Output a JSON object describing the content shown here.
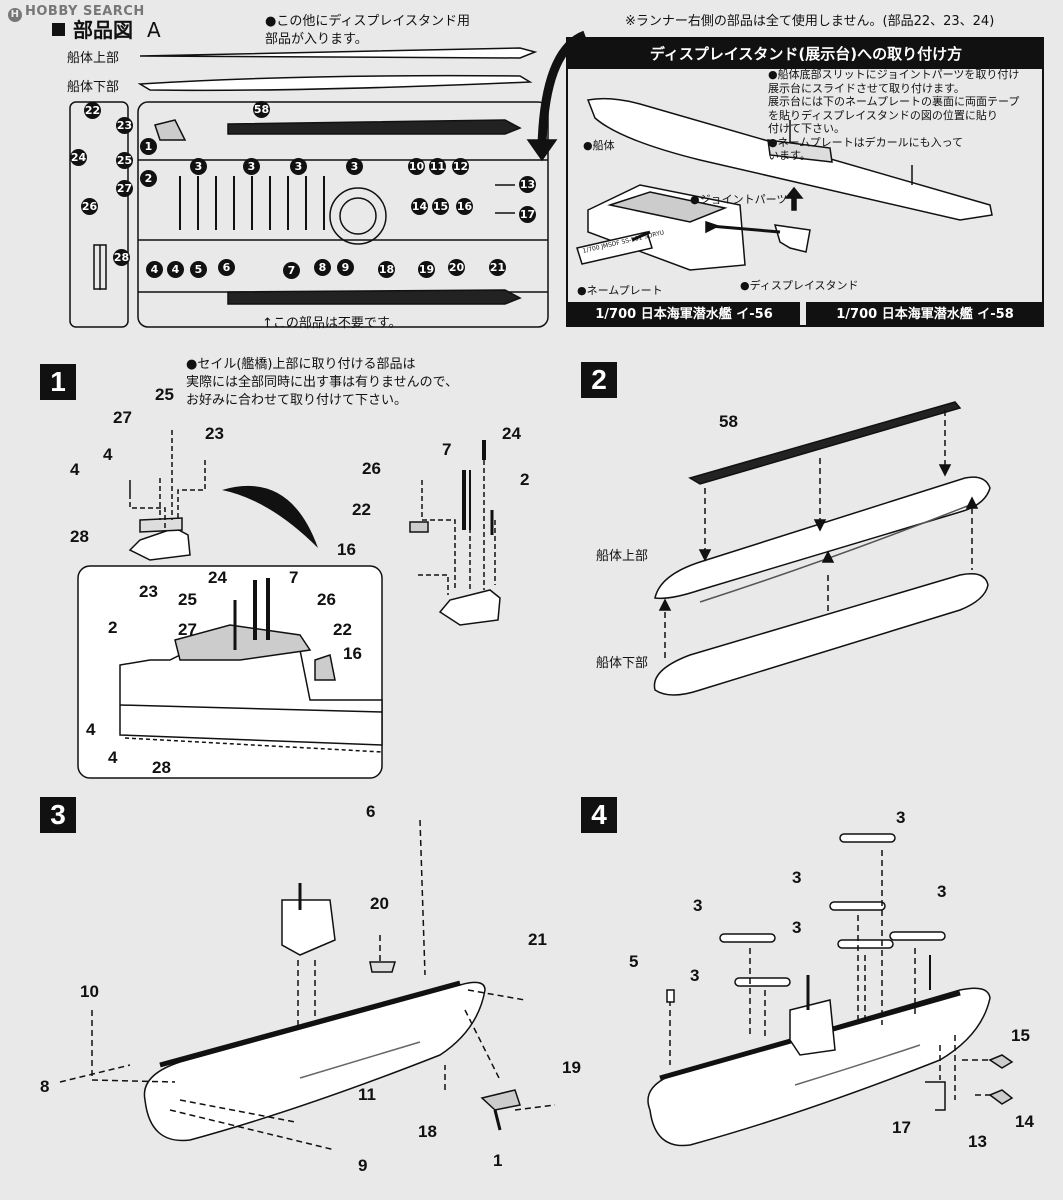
{
  "watermark": "HOBBY SEARCH",
  "parts_diagram": {
    "title": "部品図",
    "sprue_letter": "A",
    "label_hull_upper": "船体上部",
    "label_hull_lower": "船体下部",
    "note_display_stand": "●この他にディスプレイスタンド用\n部品が入ります。",
    "note_unneeded": "↑この部品は不要です。",
    "note_runner": "※ランナー右側の部品は全て使用しません。(部品22、23、24)",
    "part_numbers": [
      "22",
      "23",
      "24",
      "25",
      "27",
      "26",
      "28",
      "1",
      "2",
      "3",
      "3",
      "3",
      "3",
      "4",
      "4",
      "5",
      "6",
      "7",
      "8",
      "9",
      "10",
      "11",
      "12",
      "13",
      "14",
      "15",
      "16",
      "17",
      "18",
      "19",
      "20",
      "21",
      "58"
    ]
  },
  "display_stand_box": {
    "title": "ディスプレイスタンド(展示台)への取り付け方",
    "instructions": "●船体底部スリットにジョイントパーツを取り付け\n展示台にスライドさせて取り付けます。\n展示台には下のネームプレートの裏面に両面テープ\nを貼りディスプレイスタンドの図の位置に貼り\n付けて下さい。\n●ネームプレートはデカールにも入って\nいます。",
    "label_hull": "●船体",
    "label_joint": "●ジョイントパーツ",
    "label_stand": "●ディスプレイスタンド",
    "label_nameplate": "●ネームプレート",
    "plate_text": "1/700 JMSDF SS-501 SORYU",
    "footer_i56": "1/700 日本海軍潜水艦 イ-56",
    "footer_i58": "1/700 日本海軍潜水艦 イ-58"
  },
  "step1": {
    "number": "1",
    "note": "●セイル(艦橋)上部に取り付ける部品は\n実際には全部同時に出す事は有りませんので、\nお好みに合わせて取り付けて下さい。",
    "callouts_left": [
      "25",
      "27",
      "23",
      "4",
      "4",
      "28"
    ],
    "callouts_right": [
      "7",
      "24",
      "26",
      "2",
      "22",
      "16"
    ],
    "detail_callouts": [
      "23",
      "24",
      "7",
      "26",
      "25",
      "27",
      "22",
      "2",
      "16",
      "4",
      "4",
      "28"
    ]
  },
  "step2": {
    "number": "2",
    "callout": "58",
    "label_hull_upper": "船体上部",
    "label_hull_lower": "船体下部"
  },
  "step3": {
    "number": "3",
    "callouts": [
      "6",
      "20",
      "21",
      "10",
      "8",
      "11",
      "19",
      "18",
      "9",
      "1"
    ]
  },
  "step4": {
    "number": "4",
    "callouts": [
      "3",
      "3",
      "3",
      "3",
      "3",
      "3",
      "5",
      "15",
      "17",
      "13",
      "14"
    ]
  }
}
